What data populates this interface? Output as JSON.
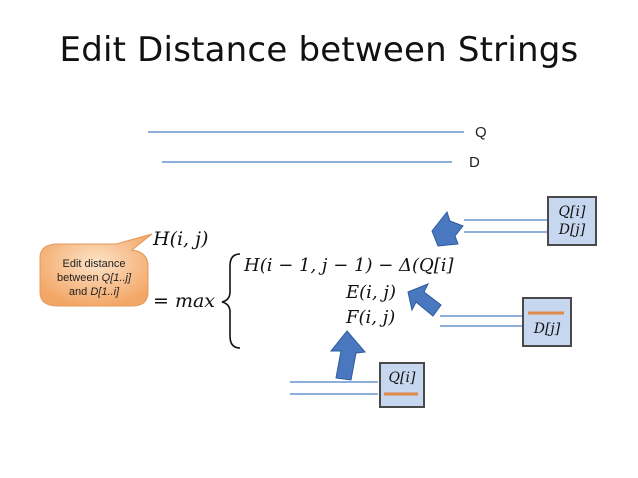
{
  "title": "Edit Distance between Strings",
  "sequences": {
    "q_label": "Q",
    "d_label": "D"
  },
  "formula": {
    "lhs": "H(i, j)",
    "eq": "= max",
    "case1": "H(i − 1, j − 1) − Δ(Q[i]",
    "case2": "E(i, j)",
    "case3": "F(i, j)"
  },
  "callout": {
    "line1": "Edit distance",
    "line2_prefix": "between ",
    "line2_em": "Q[1..j]",
    "line3_prefix": "and ",
    "line3_em": "D[1..i]"
  },
  "boxes": {
    "top_right_line1": "Q[i]",
    "top_right_line2": "D[j]",
    "middle_right": "D[j]",
    "bottom": "Q[i]"
  },
  "colors": {
    "sequence_line": "#4a7fc8",
    "arrow_fill": "#4a78c0",
    "box_fill": "#c7d7ef",
    "gap_mark": "#e08a4a",
    "callout_fill": "#f9b882"
  }
}
